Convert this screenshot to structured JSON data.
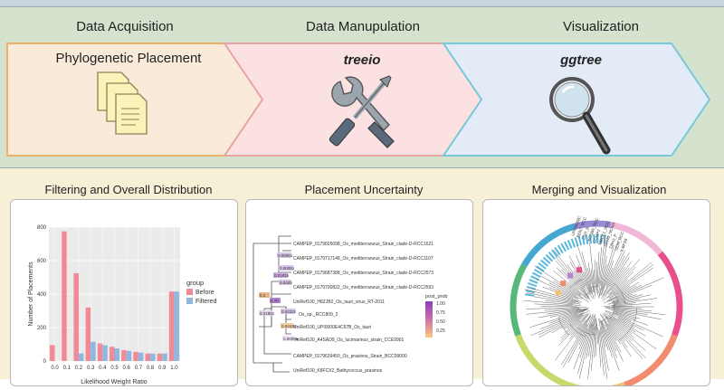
{
  "stages": [
    {
      "title": "Data Acquisition",
      "subtitle": "Phylogenetic Placement",
      "icon": "documents-icon"
    },
    {
      "title": "Data Manupulation",
      "subtitle": "treeio",
      "icon": "tools-icon"
    },
    {
      "title": "Visualization",
      "subtitle": "ggtree",
      "icon": "magnifier-icon"
    }
  ],
  "panels": [
    {
      "title": "Filtering and Overall Distribution"
    },
    {
      "title": "Placement Uncertainty"
    },
    {
      "title": "Merging and Visualization"
    }
  ],
  "colors": {
    "before": "#ef8a96",
    "filtered": "#8fb8e0",
    "arrow1": "#f9ead9",
    "arrow2": "#fbe1e1",
    "arrow3": "#e3ebf7"
  },
  "chart_data": {
    "type": "bar",
    "xlabel": "Likelihood Weight Ratio",
    "ylabel": "Number of Placements",
    "legend_title": "group",
    "legend_placement": "right",
    "x": [
      "0.0",
      "0.1",
      "0.2",
      "0.3",
      "0.4",
      "0.5",
      "0.6",
      "0.7",
      "0.8",
      "0.9",
      "1.0"
    ],
    "ylim": [
      0,
      800
    ],
    "yticks": [
      "0",
      "200",
      "400",
      "600",
      "800"
    ],
    "series": [
      {
        "name": "Before",
        "values": [
          95,
          775,
          525,
          320,
          105,
          85,
          65,
          55,
          45,
          45,
          415
        ]
      },
      {
        "name": "Filtered",
        "values": [
          0,
          0,
          45,
          115,
          95,
          75,
          60,
          50,
          45,
          45,
          415
        ]
      }
    ]
  },
  "uncertainty": {
    "labels": [
      "CAMPEP_0179605098_Os_mediterraneus_Strain_clade-D-RCC1621",
      "CAMPEP_0179717148_Os_mediterraneus_Strain_clade-D-RCC1107",
      "CAMPEP_0179687388_Os_mediterraneus_Strain_clade-D-RCC2573",
      "CAMPEP_0179700822_Os_mediterraneus_Strain_clade-D-RCC2593",
      "UniRef100_H8ZJB2_Os_tauri_virus_RT-2011",
      "Os_sp._RCC809_2",
      "UniRef100_UPI0000E4C67B_Os_tauri",
      "UniRef100_A4SAD9_Os_lucimarinus_strain_CCE9901",
      "CAMPEP_0179639450_Os_prasinos_Strain_BCC99000",
      "UniRef100_K8FCX2_Bathycoccus_prasinos"
    ],
    "values": [
      "0.00061",
      "0.00051",
      "0.01815",
      "0.0025",
      "0.1",
      "0.70",
      "0.02322",
      "0.21851",
      "0.04426",
      "0.00066"
    ],
    "legend_title": "post_prob",
    "legend_ticks": [
      "1.00",
      "0.75",
      "0.50",
      "0.25"
    ]
  },
  "circular": {
    "labels": [
      "UPI00008C",
      "BEN7_RCC",
      "DSP_B",
      "KGSB6_RCC",
      "CCMP2",
      "MBCE1_RCC",
      "ISH45_NCMA",
      "D8HJ_P",
      "UDH_RCC",
      "X-BFS6"
    ]
  }
}
